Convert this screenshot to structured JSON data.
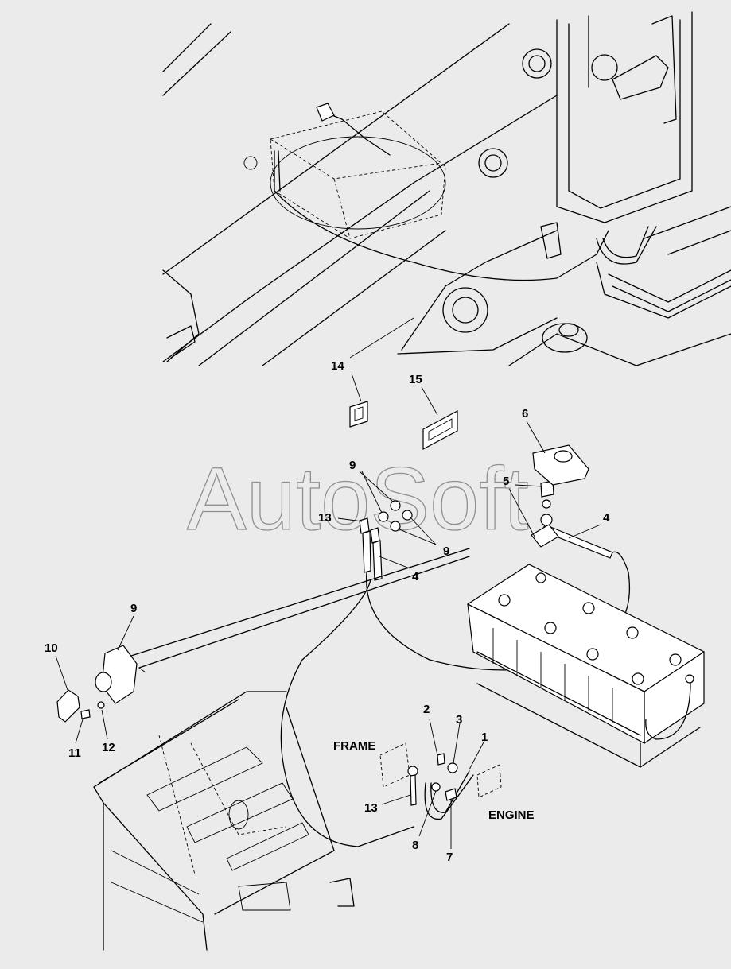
{
  "callouts": {
    "c1": "1",
    "c2": "2",
    "c3": "3",
    "c4a": "4",
    "c4b": "4",
    "c5": "5",
    "c6": "6",
    "c7": "7",
    "c8": "8",
    "c9a": "9",
    "c9b": "9",
    "c9c": "9",
    "c10": "10",
    "c11": "11",
    "c12": "12",
    "c13a": "13",
    "c13b": "13",
    "c14": "14",
    "c15": "15"
  },
  "labels": {
    "frame": "FRAME",
    "engine": "ENGINE"
  },
  "watermark": "AutoSoft"
}
